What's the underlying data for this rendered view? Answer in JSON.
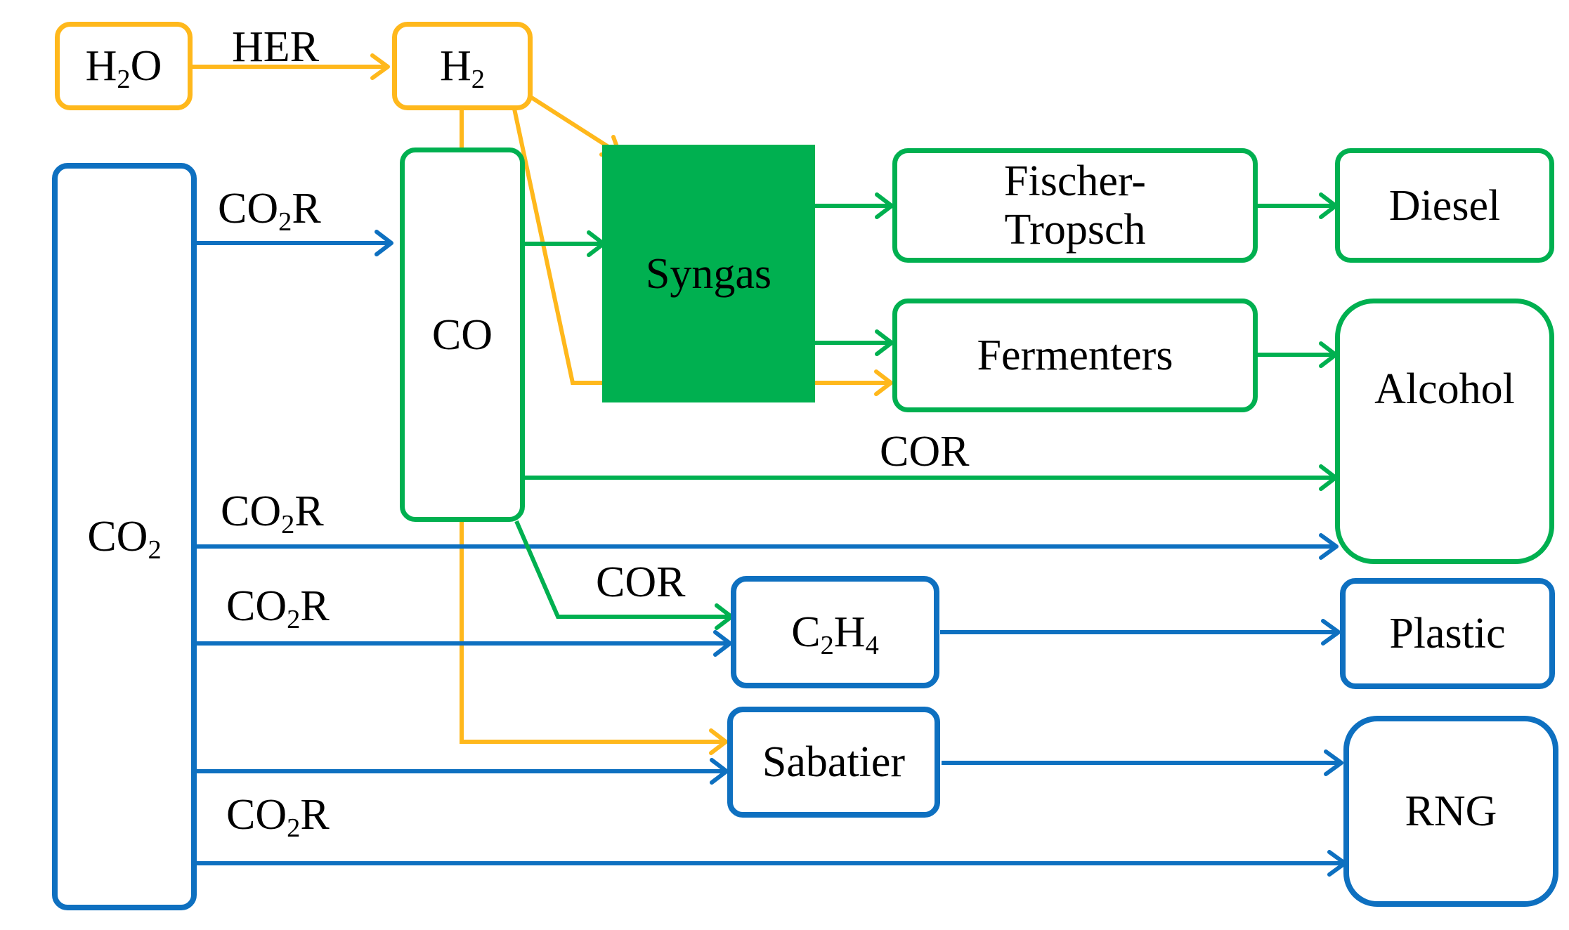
{
  "nodes": {
    "h2o": {
      "base": "H",
      "sub": "2",
      "rest": "O"
    },
    "h2": {
      "base": "H",
      "sub": "2"
    },
    "co2": {
      "base": "CO",
      "sub": "2"
    },
    "co": "CO",
    "syngas": "Syngas",
    "fischer_tropsch": {
      "line1": "Fischer-",
      "line2": "Tropsch"
    },
    "fermenters": "Fermenters",
    "c2h4": {
      "c": "C",
      "sub1": "2",
      "h": "H",
      "sub2": "4"
    },
    "sabatier": "Sabatier",
    "diesel": "Diesel",
    "alcohol": "Alcohol",
    "plastic": "Plastic",
    "rng": "RNG"
  },
  "edge_labels": {
    "her": "HER",
    "co2r": {
      "base": "CO",
      "sub": "2",
      "rest": "R"
    },
    "cor": "COR"
  },
  "colors": {
    "hydrogen": "#FFB81C",
    "carbon_dioxide": "#0E70C0",
    "carbon_monoxide": "#00B050"
  }
}
